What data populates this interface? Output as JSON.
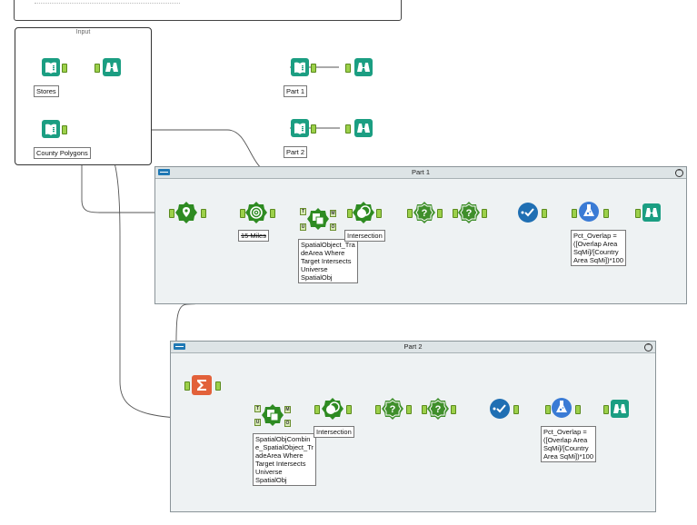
{
  "containers": {
    "input": {
      "title": "Input"
    },
    "part1": {
      "title": "Part 1"
    },
    "part2": {
      "title": "Part 2"
    }
  },
  "labels": {
    "stores": "Stores",
    "county_polygons": "County Polygons",
    "part1_top": "Part 1",
    "part2_top": "Part 2",
    "buffer_p1": "15 Miles",
    "spatial_p1": "SpatialObject_Tra\ndeArea Where\nTarget Intersects\nUniverse\nSpatialObj",
    "intersection_p1": "Intersection",
    "formula_p1": "Pct_Overlap =\n([Overlap Area\nSqMi]/[Country\nArea SqMi])*100",
    "spatial_p2": "SpatialObjCombin\ne_SpatialObject_Tr\nadeArea Where\nTarget Intersects\nUniverse\nSpatialObj",
    "intersection_p2": "Intersection",
    "formula_p2": "Pct_Overlap =\n([Overlap Area\nSqMi]/[Country\nArea SqMi])*100"
  },
  "anchor_tags": {
    "t": "T",
    "u": "U",
    "m": "M",
    "o": "O"
  },
  "colors": {
    "input_teal": "#1b9e82",
    "spatial_green": "#2e8b22",
    "dark_green": "#3f8f2b",
    "join_blue": "#1f6fb3",
    "summarize_orange": "#e2613a",
    "formula_blue": "#3a7bd5",
    "anchor_green": "#9cd04a",
    "container_bg": "#eef2f3"
  },
  "icons": [
    "input-data-icon",
    "browse-icon",
    "create-points-icon",
    "trade-area-icon",
    "spatial-match-icon",
    "spatial-process-icon",
    "filter-icon",
    "join-icon",
    "formula-icon",
    "summarize-icon",
    "collapse-icon"
  ]
}
